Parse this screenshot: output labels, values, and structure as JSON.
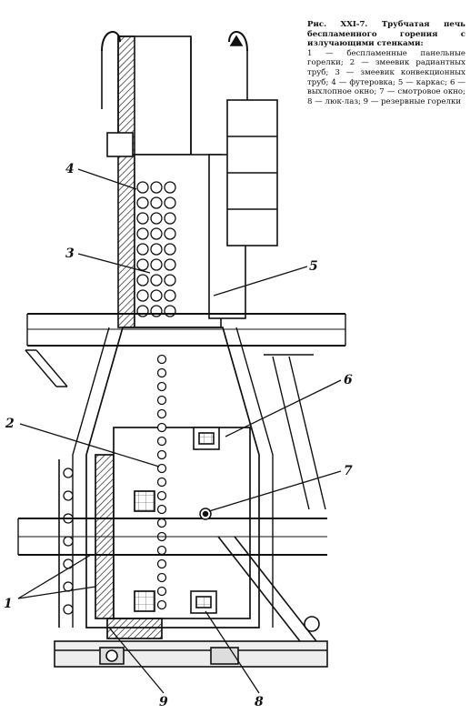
{
  "caption": {
    "title": "Рис. XXI-7. Трубчатая печь беспламенного горения с излучающими стенками:",
    "legend": "1 — беспламенные панельные горелки; 2 — змеевик радиантных труб; 3 — змеевик конвекционных труб; 4 — футеровка; 5 — каркас; 6 —выхлопное окно; 7 — смотровое окно; 8 — люк-лаз; 9 — резервные горелки"
  },
  "callouts": [
    "1",
    "2",
    "3",
    "4",
    "5",
    "6",
    "7",
    "8",
    "9"
  ]
}
